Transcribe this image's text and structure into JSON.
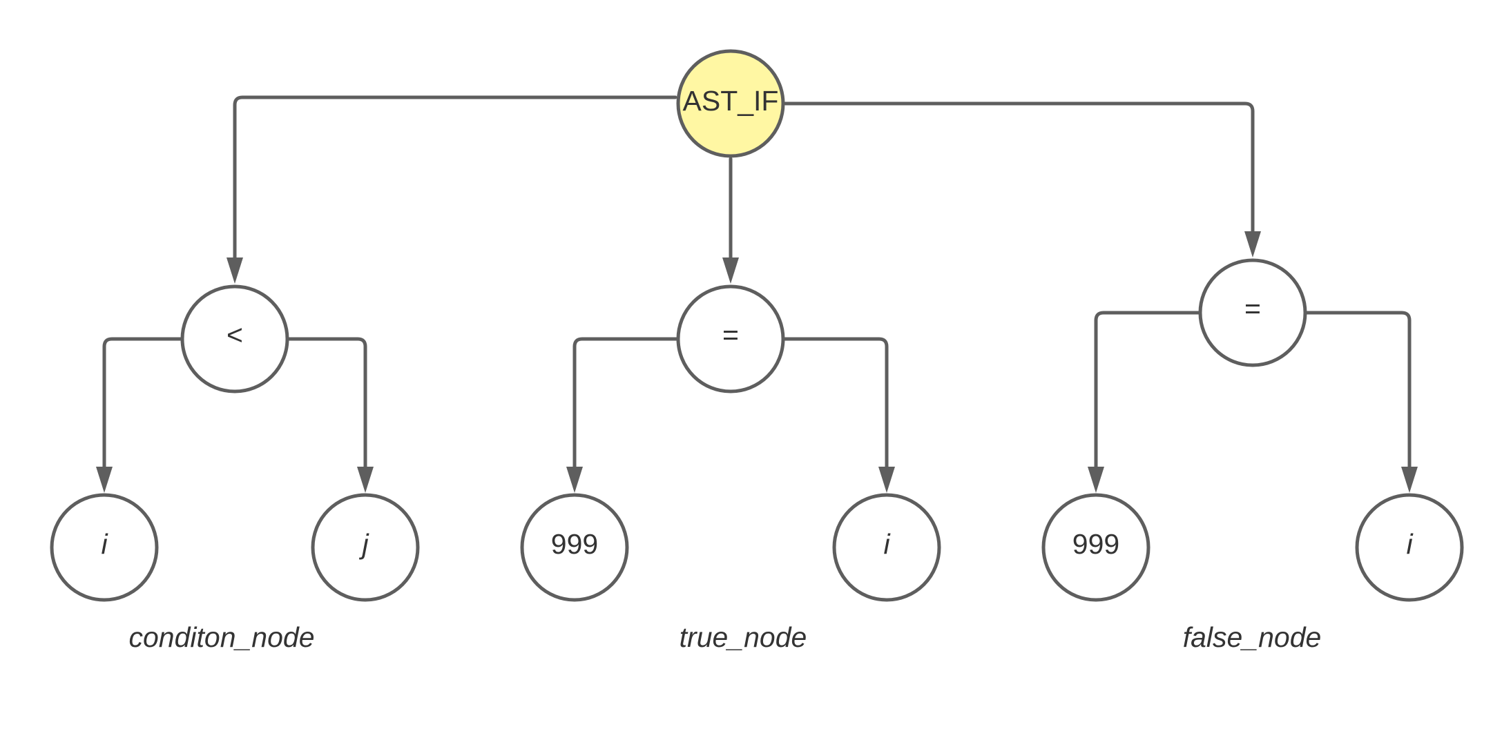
{
  "nodes": {
    "root": "AST_IF",
    "condition_op": "<",
    "condition_left": "i",
    "condition_right": "j",
    "true_op": "=",
    "true_left": "999",
    "true_right": "i",
    "false_op": "=",
    "false_left": "999",
    "false_right": "i"
  },
  "captions": {
    "condition": "conditon_node",
    "true": "true_node",
    "false": "false_node"
  },
  "colors": {
    "stroke": "#5e5e5e",
    "root_fill": "#fff7a3",
    "node_fill": "#ffffff",
    "text": "#333333"
  }
}
